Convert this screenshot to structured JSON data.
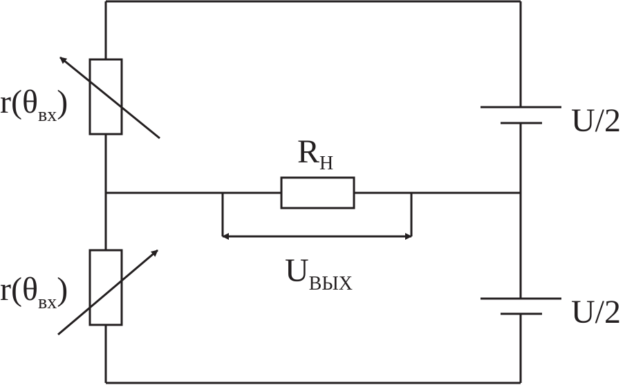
{
  "diagram": {
    "labels": {
      "r_top_main": "r(θ",
      "r_top_sub": "вх",
      "r_top_close": ")",
      "r_bottom_main": "r(θ",
      "r_bottom_sub": "вх",
      "r_bottom_close": ")",
      "load_main": "R",
      "load_sub": "Н",
      "output_main": "U",
      "output_sub": "ВЫХ",
      "battery_top": "U/2",
      "battery_bottom": "U/2"
    },
    "colors": {
      "ink": "#231f20",
      "background": "#ffffff"
    }
  }
}
